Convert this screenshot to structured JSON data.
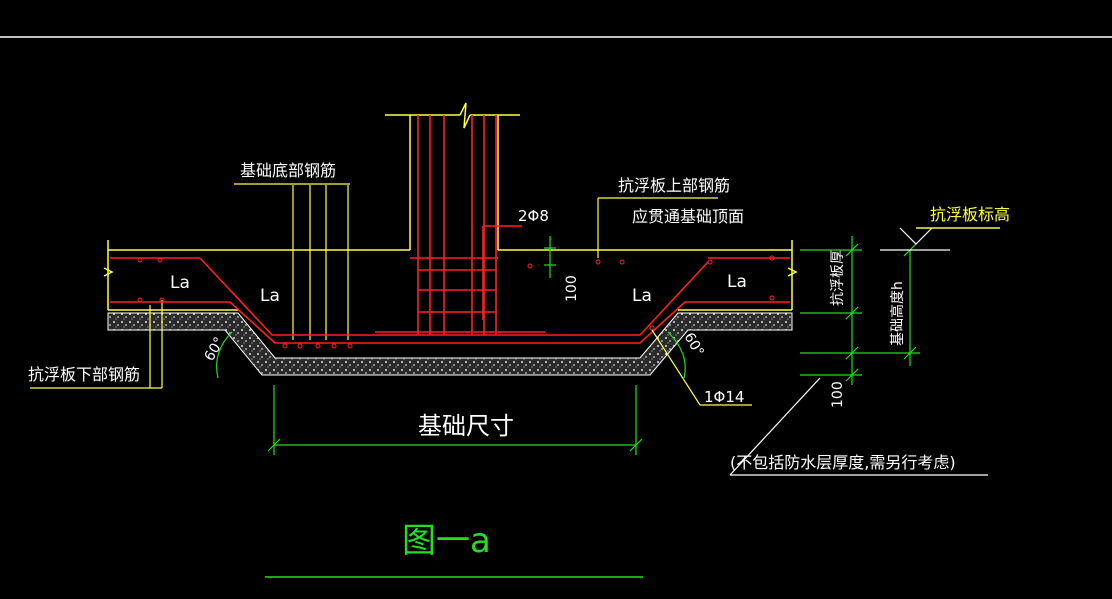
{
  "labels": {
    "bottom_rebar": "基础底部钢筋",
    "top_rebar": "抗浮板上部钢筋",
    "top_rebar_note": "应贯通基础顶面",
    "stirrup": "2Φ8",
    "dim_100_top": "100",
    "slab_elev": "抗浮板标高",
    "slab_thickness": "抗浮板厚",
    "base_height": "基础高度h",
    "la": "La",
    "lower_rebar": "抗浮板下部钢筋",
    "angle_left": "60°",
    "angle_right": "60°",
    "dim_100_bottom": "100",
    "rebar_1phi14": "1Φ14",
    "base_size": "基础尺寸",
    "note": "(不包括防水层厚度,需另行考虑)",
    "figure_title": "图一a"
  },
  "colors": {
    "background": "#000000",
    "rebar": "#ff2020",
    "outline": "#ffff40",
    "dimension": "#20e020",
    "text": "#ffffff",
    "concrete": "#d8d8d8",
    "frame": "#ffffff",
    "title": "#20e020"
  }
}
